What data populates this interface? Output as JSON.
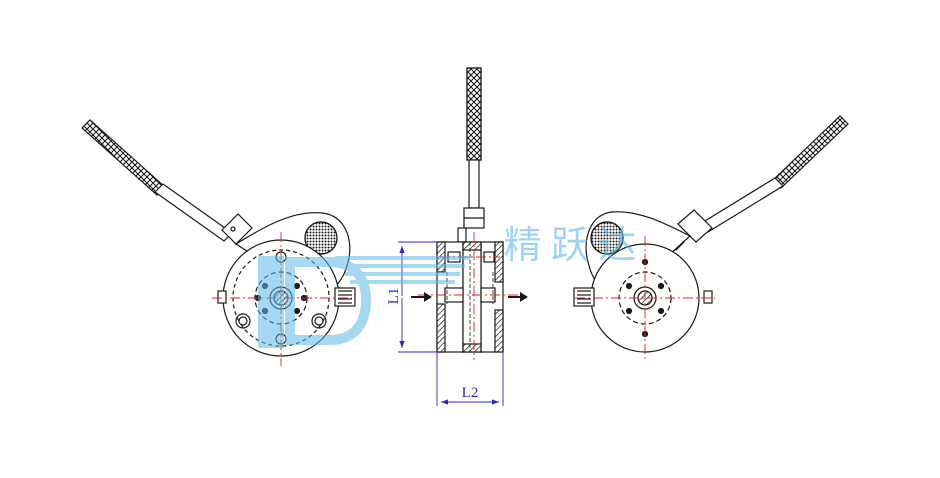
{
  "dimensions": {
    "height_label": "L1",
    "width_label": "L2"
  },
  "watermark": {
    "text": "精 跃 达",
    "color": "#5fb8ea"
  },
  "colors": {
    "outline": "#1a1a1a",
    "center_line": "#e02020",
    "dimension": "#2a2acc",
    "hidden_line": "#1a1a1a"
  },
  "icons": {
    "flow_in": "arrow-right-icon",
    "flow_out": "arrow-right-icon"
  }
}
